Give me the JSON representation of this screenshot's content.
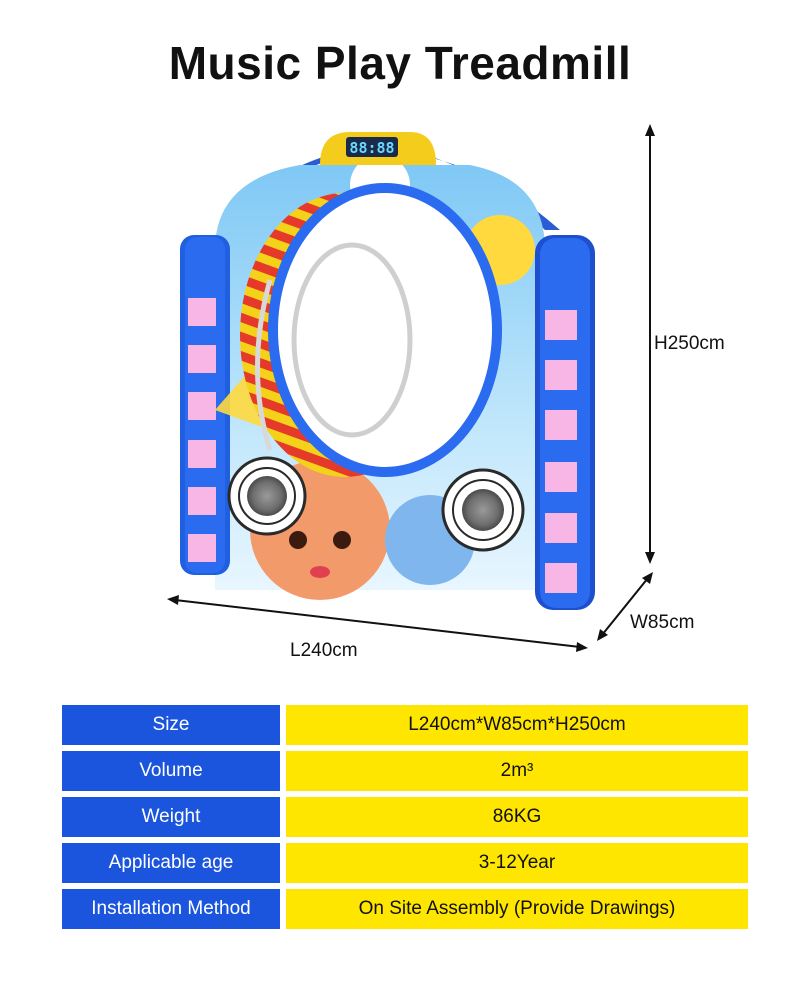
{
  "title": "Music Play Treadmill",
  "display_digits": "88:88",
  "dimensions": {
    "length": "L240cm",
    "width": "W85cm",
    "height": "H250cm"
  },
  "specs": [
    {
      "label": "Size",
      "value": "L240cm*W85cm*H250cm"
    },
    {
      "label": "Volume",
      "value": "2m³"
    },
    {
      "label": "Weight",
      "value": "86KG"
    },
    {
      "label": "Applicable age",
      "value": "3-12Year"
    },
    {
      "label": "Installation Method",
      "value": "On Site Assembly (Provide Drawings)"
    }
  ],
  "colors": {
    "label_bg": "#1b55dd",
    "value_bg": "#ffe600",
    "frame_blue": "#1f5fe0",
    "panel_pink": "#f7b6e6"
  }
}
